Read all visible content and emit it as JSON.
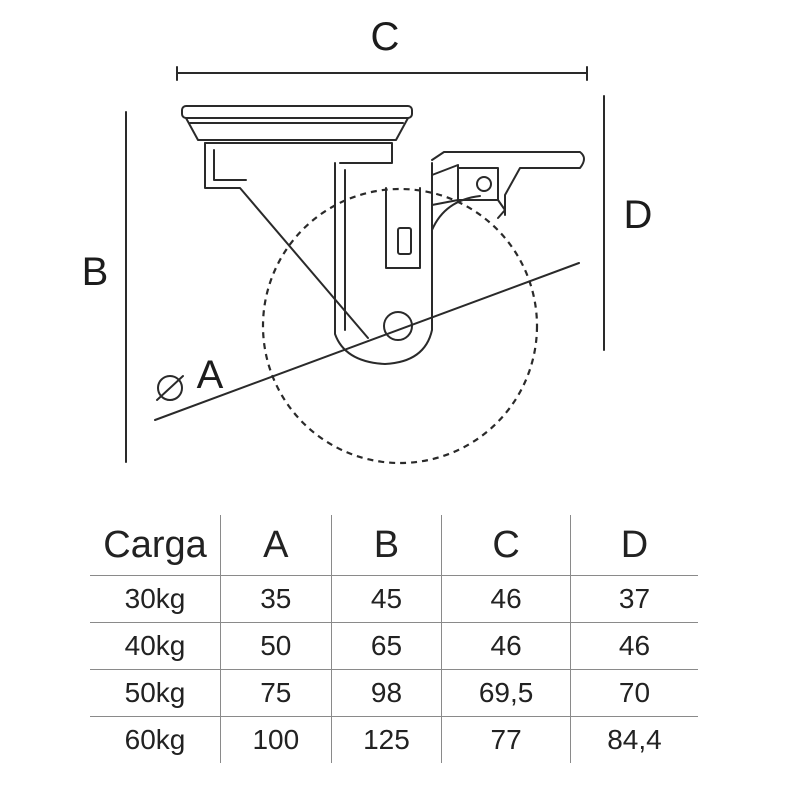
{
  "diagram": {
    "labels": {
      "a": "A",
      "diameter_symbol": "⌀",
      "b": "B",
      "c": "C",
      "d": "D"
    }
  },
  "table": {
    "headers": [
      "Carga",
      "A",
      "B",
      "C",
      "D"
    ],
    "rows": [
      [
        "30kg",
        "35",
        "45",
        "46",
        "37"
      ],
      [
        "40kg",
        "50",
        "65",
        "46",
        "46"
      ],
      [
        "50kg",
        "75",
        "98",
        "69,5",
        "70"
      ],
      [
        "60kg",
        "100",
        "125",
        "77",
        "84,4"
      ]
    ]
  },
  "colors": {
    "line": "#2a2a2a",
    "table_rule": "#8a8a8a"
  }
}
